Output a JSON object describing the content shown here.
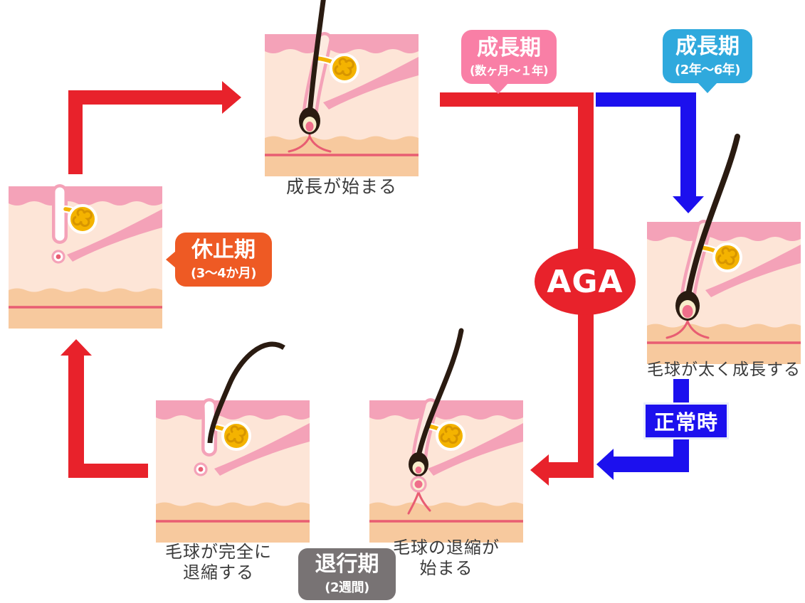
{
  "diagram": {
    "aga_badge": "AGA",
    "normal_state_label": "正常時",
    "phases": {
      "growth_aga": {
        "name": "成長期",
        "duration": "(数ヶ月～１年)"
      },
      "growth_normal": {
        "name": "成長期",
        "duration": "(2年～6年)"
      },
      "resting": {
        "name": "休止期",
        "duration": "(3～4か月)"
      },
      "regression": {
        "name": "退行期",
        "duration": "(2週間)"
      }
    },
    "stages": {
      "growth_start": "成長が始まる",
      "thick_growth": "毛球が太く成長する",
      "regression_start_line1": "毛球の退縮が",
      "regression_start_line2": "始まる",
      "full_regression_line1": "毛球が完全に",
      "full_regression_line2": "退縮する"
    },
    "colors": {
      "red_arrow": "#e8222b",
      "blue_arrow": "#1c10ee",
      "pink_label": "#f97fa6",
      "light_blue_label": "#2fa9dd",
      "orange_label": "#ee5a24",
      "gray_label": "#787374"
    }
  }
}
